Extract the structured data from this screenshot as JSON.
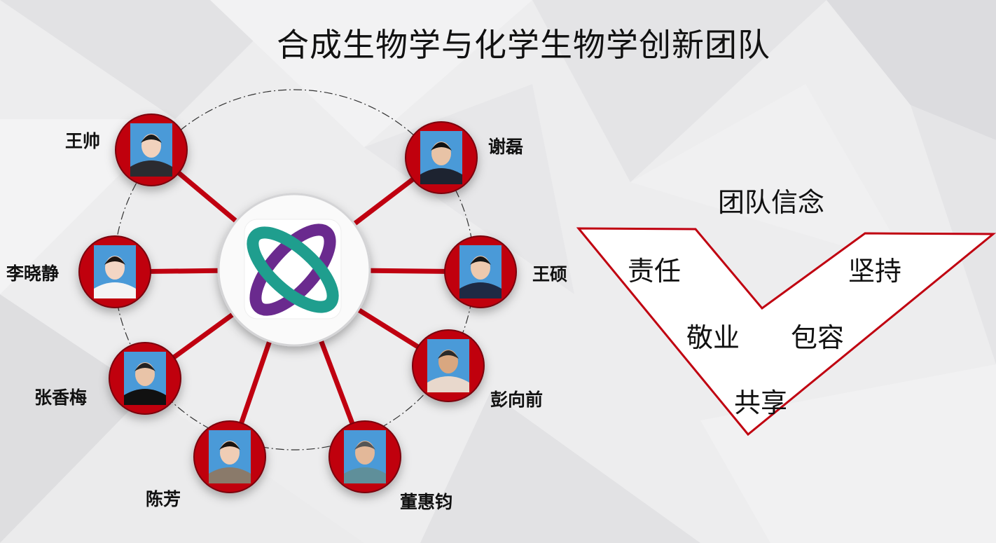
{
  "title": "合成生物学与化学生物学创新团队",
  "center": {
    "logo": "orbit-logo"
  },
  "members": [
    {
      "name": "王帅"
    },
    {
      "name": "谢磊"
    },
    {
      "name": "李晓静"
    },
    {
      "name": "王硕"
    },
    {
      "name": "张香梅"
    },
    {
      "name": "彭向前"
    },
    {
      "name": "陈芳"
    },
    {
      "name": "董惠钧"
    }
  ],
  "beliefs": {
    "title": "团队信念",
    "words": [
      "责任",
      "坚持",
      "敬业",
      "包容",
      "共享"
    ]
  },
  "colors": {
    "accent": "#c00010",
    "teal": "#1f9e8e",
    "purple": "#6a2a8e",
    "photo_bg": "#4a9ad8"
  }
}
